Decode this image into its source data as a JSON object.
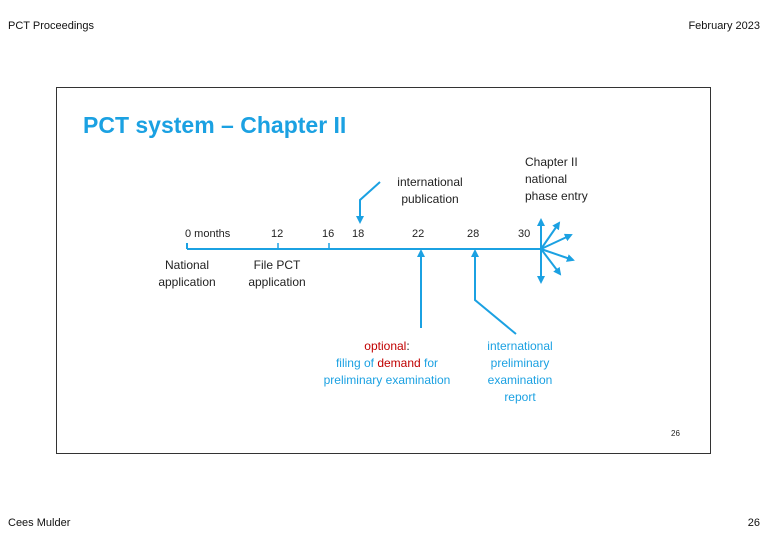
{
  "header": {
    "left": "PCT Proceedings",
    "right": "February 2023"
  },
  "footer": {
    "left": "Cees Mulder",
    "right": "26"
  },
  "slide": {
    "title": "PCT system – Chapter II",
    "ticks": [
      "0  months",
      "12",
      "16",
      "18",
      "22",
      "28",
      "30"
    ],
    "national_application": [
      "National",
      "application"
    ],
    "file_pct": [
      "File PCT",
      "application"
    ],
    "intl_publication": [
      "international",
      "publication"
    ],
    "chapter_ii": [
      "Chapter II",
      "national",
      "phase entry"
    ],
    "optional": {
      "line1": "optional",
      "line1_colon": ":",
      "line2_pre": "filing of ",
      "line2_demand": "demand",
      "line2_post": " for",
      "line3": "preliminary examination"
    },
    "iper": [
      "international",
      "preliminary",
      "examination",
      "report"
    ],
    "page_number": "26"
  },
  "colors": {
    "accent": "#1ba1e2",
    "highlight": "#c00000"
  }
}
